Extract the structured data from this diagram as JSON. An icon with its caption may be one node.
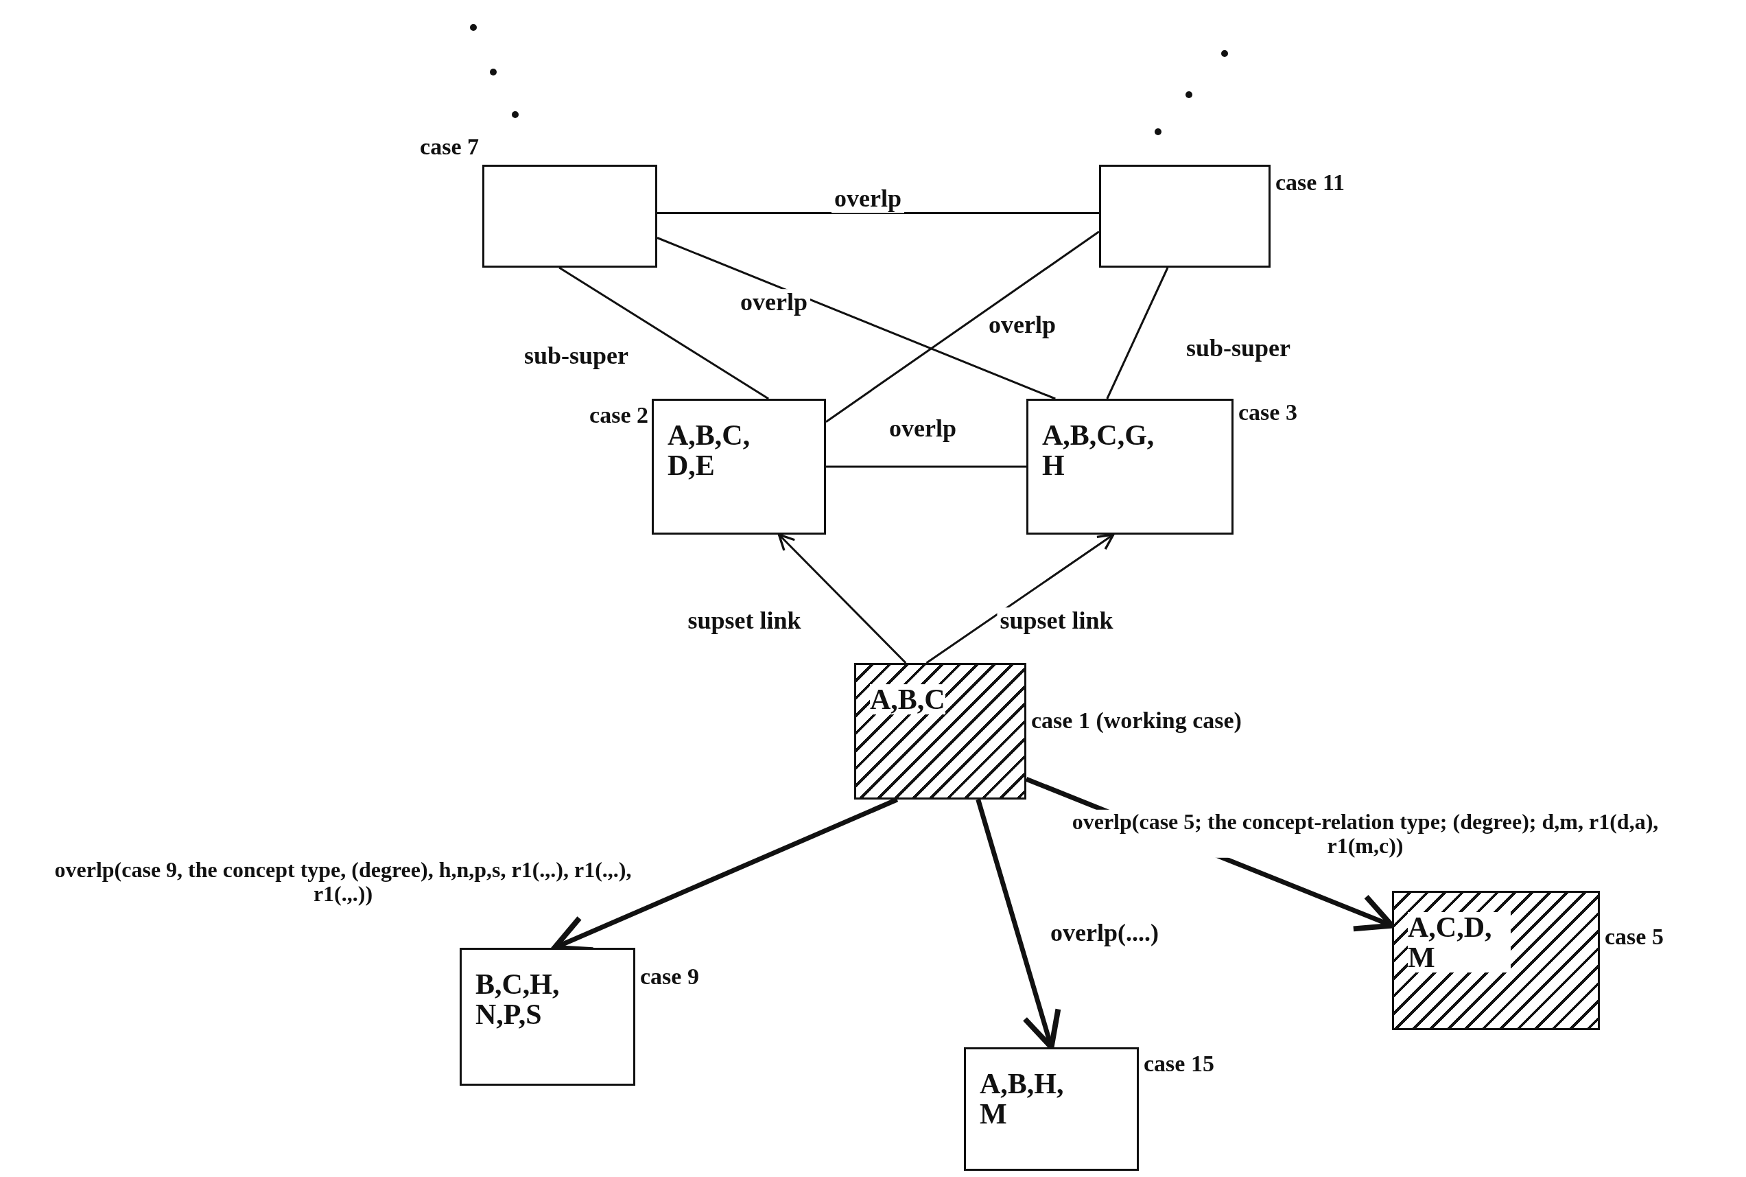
{
  "diagram": {
    "nodes": [
      {
        "text": [],
        "shape": "box",
        "beside": [
          "case 7"
        ]
      },
      {
        "text": [],
        "shape": "box",
        "beside": [
          "case 11"
        ]
      },
      {
        "text": [
          "A,B,C, D,E"
        ],
        "beside": [
          "case 2"
        ]
      },
      {
        "text": [
          "A,B,C,G, H"
        ],
        "beside": [
          "case 3"
        ]
      },
      {
        "text": [
          "A,B,C"
        ],
        "beside": [
          "case 1 (working case)"
        ]
      },
      {
        "text": [
          "B,C,H, N,P,S"
        ],
        "beside": [
          "case 9"
        ]
      },
      {
        "text": [
          "A,B,H, M"
        ],
        "beside": [
          "case 15"
        ]
      },
      {
        "text": [
          "A,C,D, M"
        ],
        "beside": [
          "case 5"
        ]
      }
    ],
    "edges": [
      {
        "from": 0,
        "to": 1,
        "arrow": "none",
        "label": "overlp"
      },
      {
        "from": 0,
        "to": 3,
        "arrow": "none",
        "label": "overlp"
      },
      {
        "from": 2,
        "to": 1,
        "arrow": "none",
        "label": "overlp"
      },
      {
        "from": 0,
        "to": 2,
        "arrow": "none",
        "label": "sub-super"
      },
      {
        "from": 1,
        "to": 3,
        "arrow": "none",
        "label": "sub-super"
      },
      {
        "from": 2,
        "to": 3,
        "arrow": "none",
        "label": "overlp"
      },
      {
        "from": 4,
        "to": 2,
        "arrow": "to",
        "label": "supset link"
      },
      {
        "from": 4,
        "to": 3,
        "arrow": "to",
        "label": "supset link"
      },
      {
        "from": 4,
        "to": 5,
        "arrow": "to",
        "style": "thick",
        "label": "overlp(case 9, the concept type, (degree), h,n,p,s, r1(.,.), r1(.,.), r1(.,.))"
      },
      {
        "from": 4,
        "to": 6,
        "arrow": "to",
        "style": "thick",
        "label": "overlp(....)"
      },
      {
        "from": 4,
        "to": 7,
        "arrow": "to",
        "style": "thick",
        "label": "overlp(case 5; the concept-relation type; (degree); d,m, r1(d,a), r1(m,c))"
      }
    ]
  }
}
